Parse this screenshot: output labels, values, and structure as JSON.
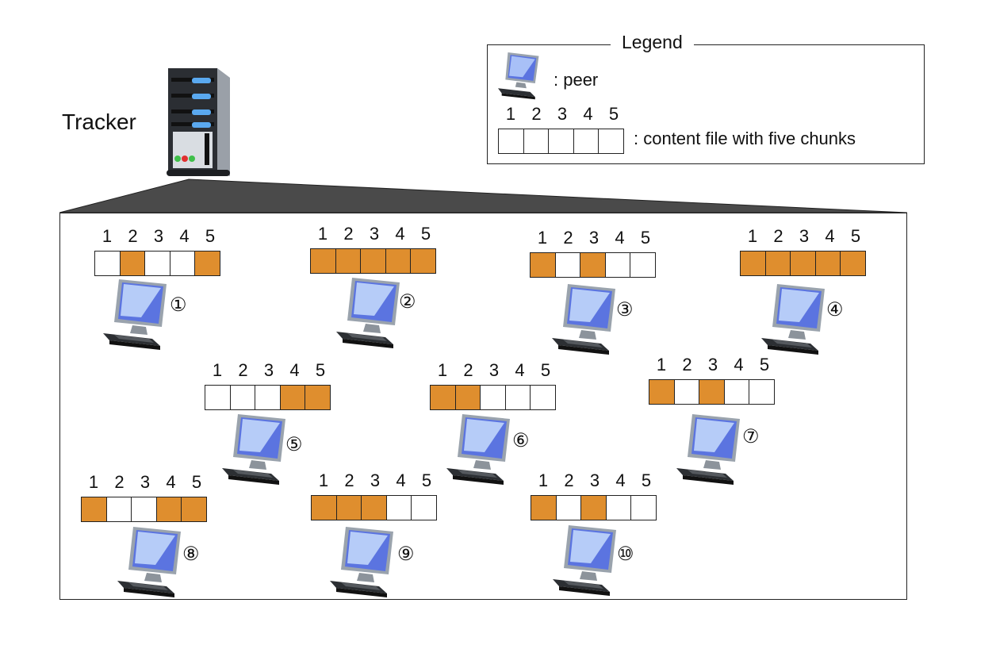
{
  "tracker": {
    "label": "Tracker",
    "icon": "server-icon"
  },
  "legend": {
    "title": "Legend",
    "peer_text": ": peer",
    "peer_icon": "computer-icon",
    "chunk_numbers": [
      "1",
      "2",
      "3",
      "4",
      "5"
    ],
    "file_text": ": content file with five chunks"
  },
  "colors": {
    "chunk_filled": "#DF8E2E",
    "chunk_empty": "#FFFFFF"
  },
  "peers": [
    {
      "id": "①",
      "chunks": [
        "1",
        "2",
        "3",
        "4",
        "5"
      ],
      "has": [
        false,
        true,
        false,
        false,
        true
      ]
    },
    {
      "id": "②",
      "chunks": [
        "1",
        "2",
        "3",
        "4",
        "5"
      ],
      "has": [
        true,
        true,
        true,
        true,
        true
      ]
    },
    {
      "id": "③",
      "chunks": [
        "1",
        "2",
        "3",
        "4",
        "5"
      ],
      "has": [
        true,
        false,
        true,
        false,
        false
      ]
    },
    {
      "id": "④",
      "chunks": [
        "1",
        "2",
        "3",
        "4",
        "5"
      ],
      "has": [
        true,
        true,
        true,
        true,
        true
      ]
    },
    {
      "id": "⑤",
      "chunks": [
        "1",
        "2",
        "3",
        "4",
        "5"
      ],
      "has": [
        false,
        false,
        false,
        true,
        true
      ]
    },
    {
      "id": "⑥",
      "chunks": [
        "1",
        "2",
        "3",
        "4",
        "5"
      ],
      "has": [
        true,
        true,
        false,
        false,
        false
      ]
    },
    {
      "id": "⑦",
      "chunks": [
        "1",
        "2",
        "3",
        "4",
        "5"
      ],
      "has": [
        true,
        false,
        true,
        false,
        false
      ]
    },
    {
      "id": "⑧",
      "chunks": [
        "1",
        "2",
        "3",
        "4",
        "5"
      ],
      "has": [
        true,
        false,
        false,
        true,
        true
      ]
    },
    {
      "id": "⑨",
      "chunks": [
        "1",
        "2",
        "3",
        "4",
        "5"
      ],
      "has": [
        true,
        true,
        true,
        false,
        false
      ]
    },
    {
      "id": "⑩",
      "chunks": [
        "1",
        "2",
        "3",
        "4",
        "5"
      ],
      "has": [
        true,
        false,
        true,
        false,
        false
      ]
    }
  ]
}
